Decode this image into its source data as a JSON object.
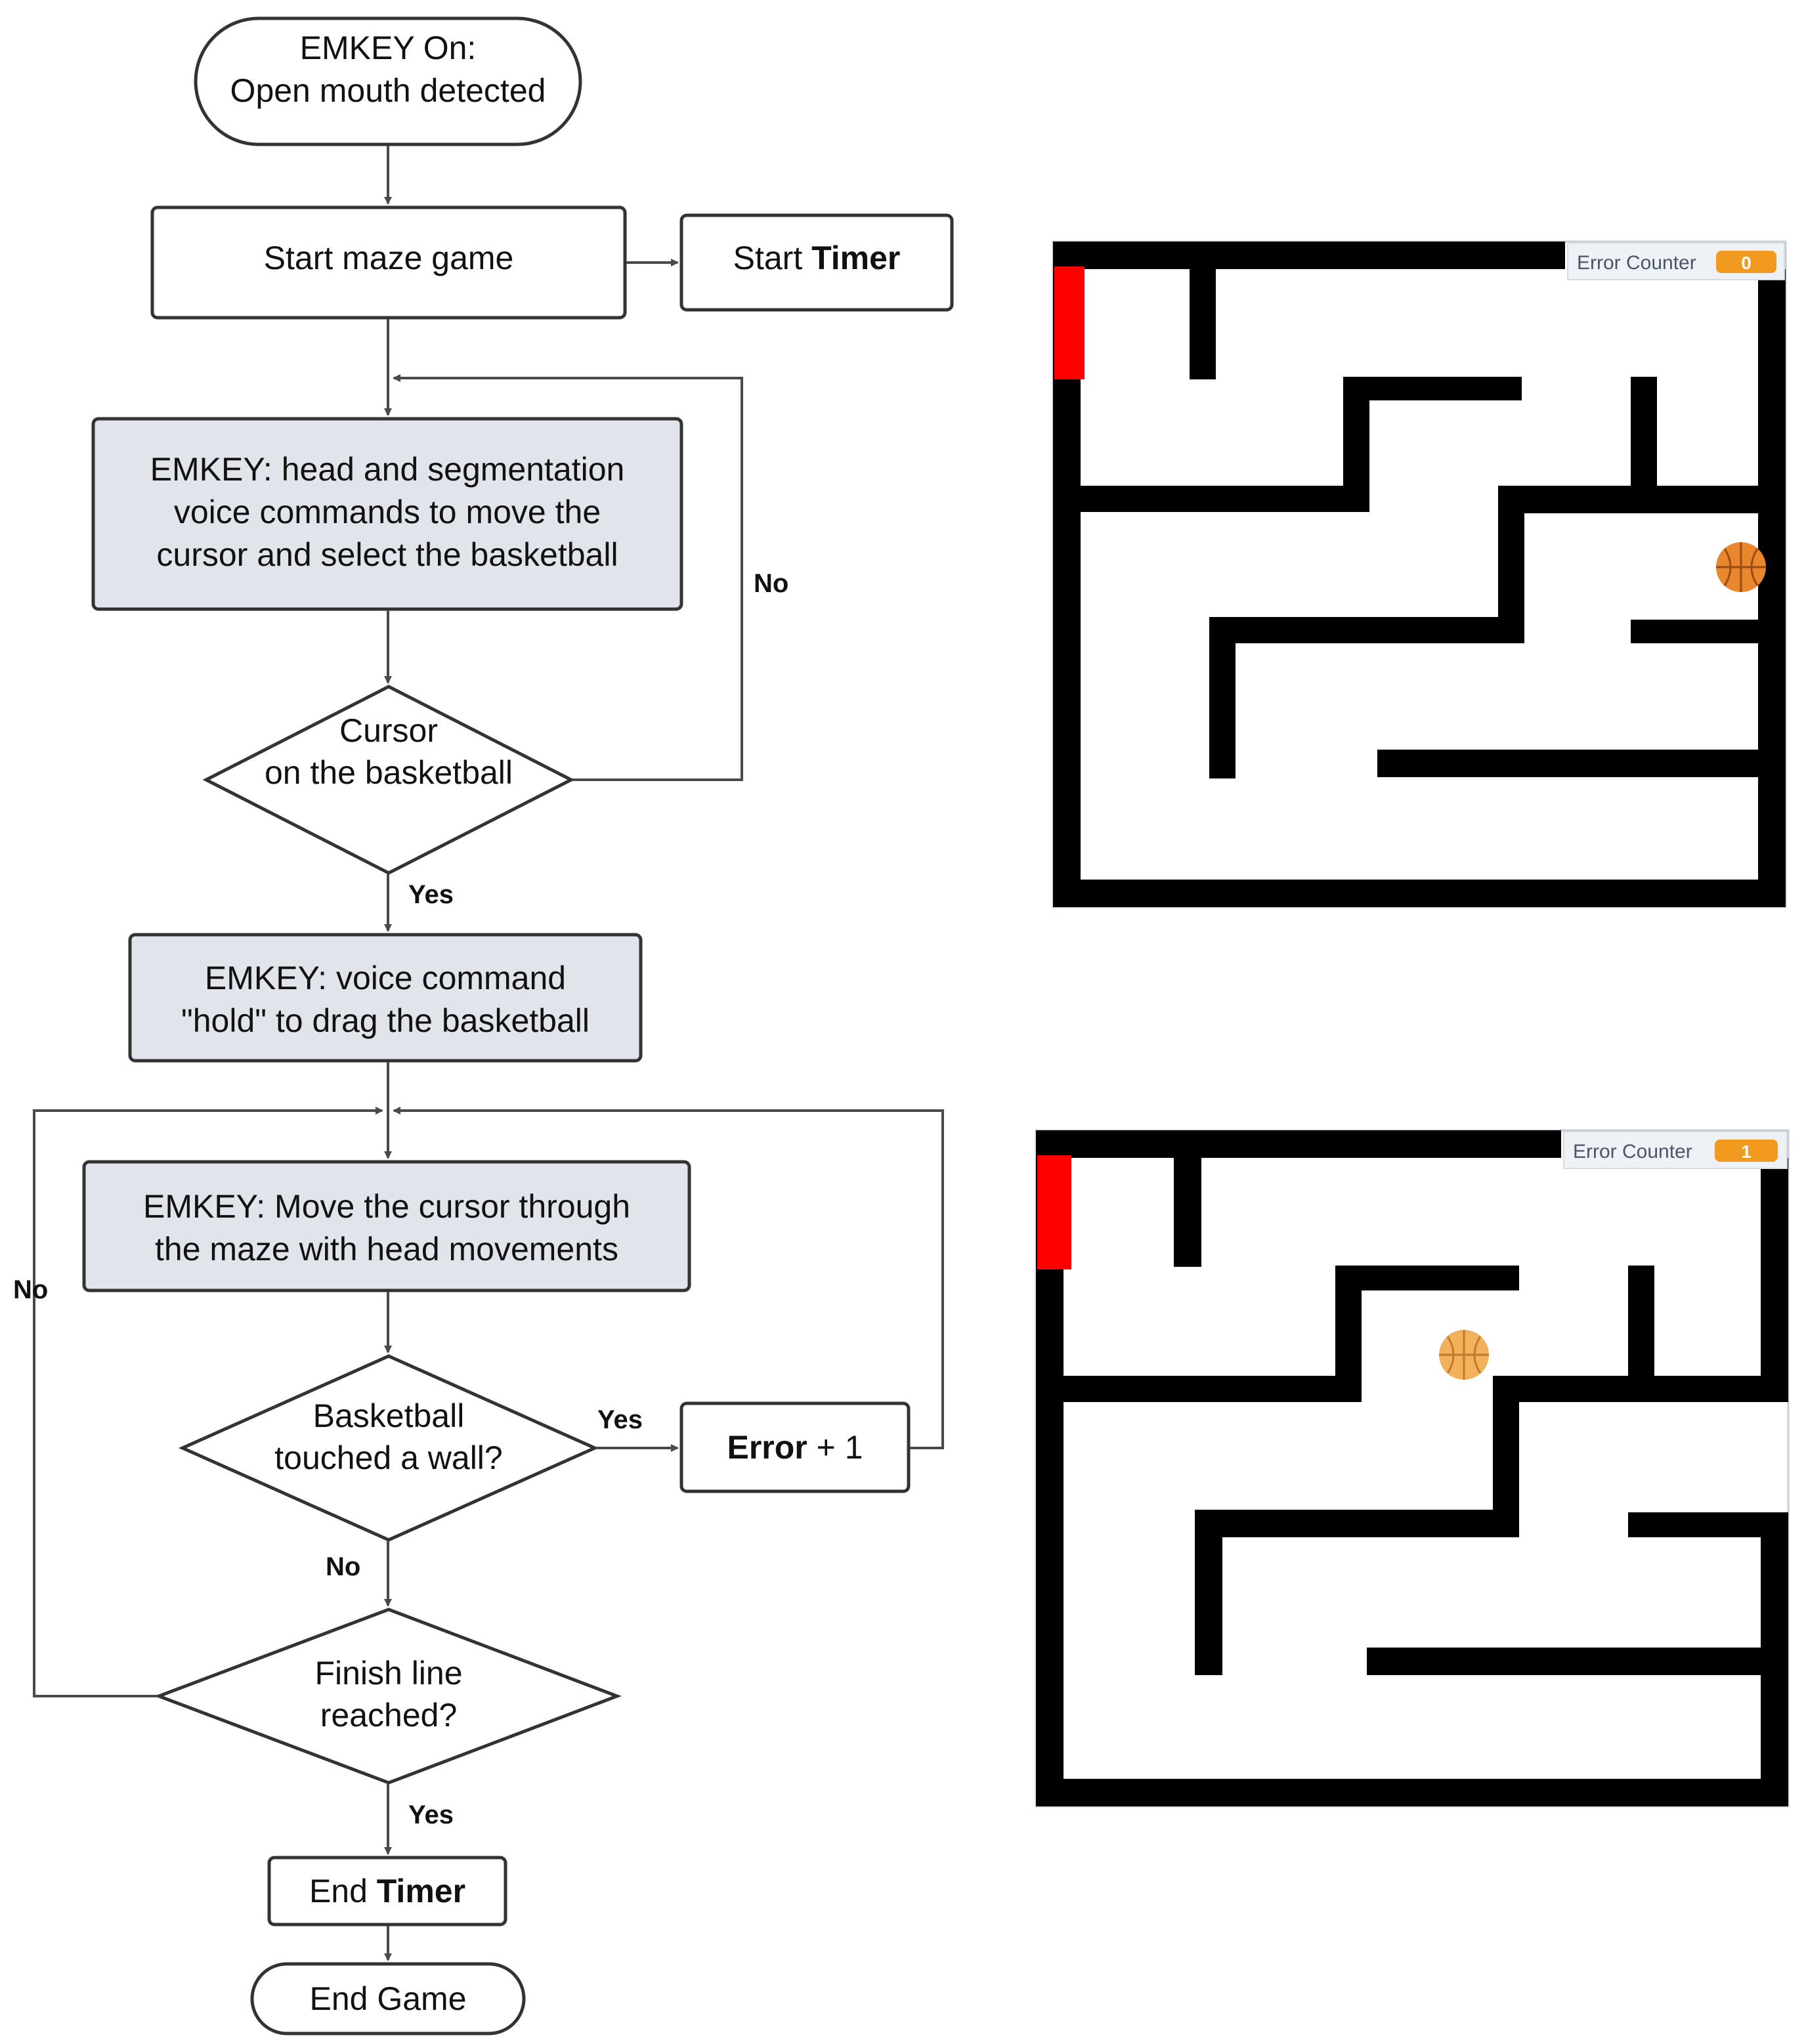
{
  "flowchart": {
    "start": {
      "line1": "EMKEY On:",
      "line2": "Open mouth detected"
    },
    "start_game": "Start maze game",
    "start_timer": {
      "prefix": "Start ",
      "bold": "Timer"
    },
    "head_seg": {
      "line1": "EMKEY: head and segmentation",
      "line2": "voice commands to move the",
      "line3": "cursor and select the basketball"
    },
    "cursor_decision": {
      "line1": "Cursor",
      "line2": "on the basketball"
    },
    "label_no_1": "No",
    "label_yes_1": "Yes",
    "hold": {
      "line1": "EMKEY: voice command",
      "line2": "\"hold\" to drag the basketball"
    },
    "move": {
      "line1": "EMKEY: Move the cursor through",
      "line2": "the maze with head movements"
    },
    "label_no_left": "No",
    "wall_decision": {
      "line1": "Basketball",
      "line2": "touched a wall?"
    },
    "label_yes_2": "Yes",
    "error": {
      "bold": "Error",
      "suffix": " + 1"
    },
    "label_no_2": "No",
    "finish_decision": {
      "line1": "Finish line",
      "line2": "reached?"
    },
    "label_yes_3": "Yes",
    "end_timer": {
      "prefix": "End ",
      "bold": "Timer"
    },
    "end_game": "End Game"
  },
  "mazes": [
    {
      "counter_label": "Error Counter",
      "counter_value": "0",
      "ball_color": "#e8872e"
    },
    {
      "counter_label": "Error Counter",
      "counter_value": "1",
      "ball_color": "#f2b25c"
    }
  ],
  "colors": {
    "process_fill": "#e1e4ea",
    "wall": "#000000",
    "finish_marker": "#ff0000",
    "counter_badge": "#f29a1f"
  }
}
